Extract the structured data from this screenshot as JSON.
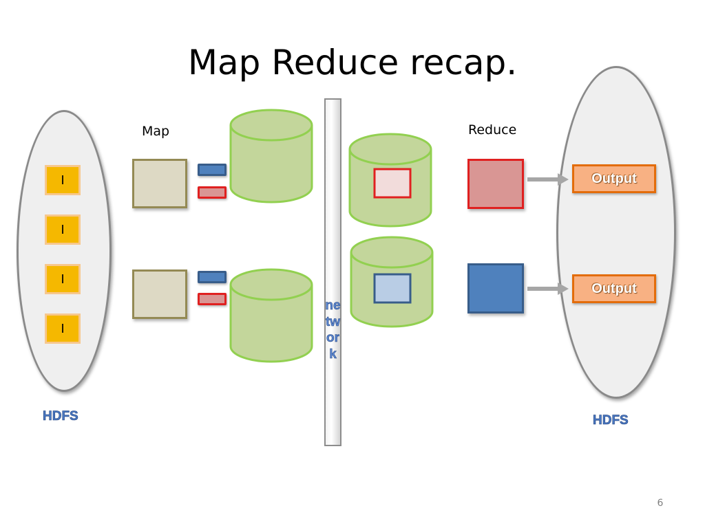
{
  "slide": {
    "title": "Map Reduce recap.",
    "map_label": "Map",
    "reduce_label": "Reduce",
    "hdfs_left": "HDFS",
    "hdfs_right": "HDFS",
    "network_label": "network",
    "page_number": "6"
  },
  "inputs": [
    "I",
    "I",
    "I",
    "I"
  ],
  "outputs": [
    "Output",
    "Output"
  ],
  "colors": {
    "input_fill": "#f5b800",
    "map_fill": "#ddd9c4",
    "cylinder_fill": "#c3d69b",
    "cylinder_stroke": "#92d050",
    "blue": "#4f81bd",
    "red_fill": "#d99694",
    "red_stroke": "#e02020",
    "output_fill": "#f8b183",
    "output_stroke": "#e36c0a",
    "hdfs_text": "#4a78c2"
  }
}
